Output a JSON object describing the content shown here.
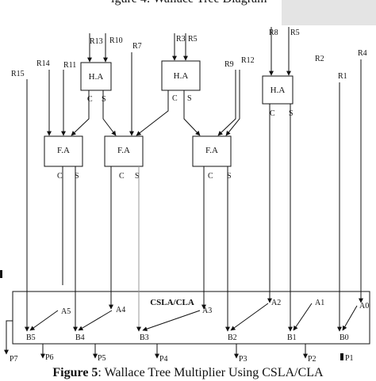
{
  "caption": {
    "figure_label": "Figure 5",
    "text": ": Wallace Tree Multiplier Using CSLA/CLA"
  },
  "top_fragment": "igure 4: Wallace Tree Diagram",
  "blocks": {
    "ha1": "H.A",
    "ha2": "H.A",
    "ha3": "H.A",
    "fa1": "F.A",
    "fa2": "F.A",
    "fa3": "F.A",
    "csla": "CSLA/CLA"
  },
  "inputs": {
    "r15": "R15",
    "r14": "R14",
    "r11": "R11",
    "r13": "R13",
    "r10": "R10",
    "r7": "R7",
    "r3": "R3",
    "r5a": "R5",
    "r9": "R9",
    "r12": "R12",
    "r8": "R8",
    "r5b": "R5",
    "r2": "R2",
    "r1": "R1",
    "r4": "R4"
  },
  "ports": {
    "c": "C",
    "s": "S"
  },
  "adder_inputs": {
    "a5": "A5",
    "a4": "A4",
    "a3": "A3",
    "a2": "A2",
    "a1": "A1",
    "a0": "A0",
    "b5": "B5",
    "b4": "B4",
    "b3": "B3",
    "b2": "B2",
    "b1": "B1",
    "b0": "B0"
  },
  "outputs": {
    "p7": "P7",
    "p6": "P6",
    "p5": "P5",
    "p4": "P4",
    "p3": "P3",
    "p2": "P2",
    "p1": "P1"
  }
}
